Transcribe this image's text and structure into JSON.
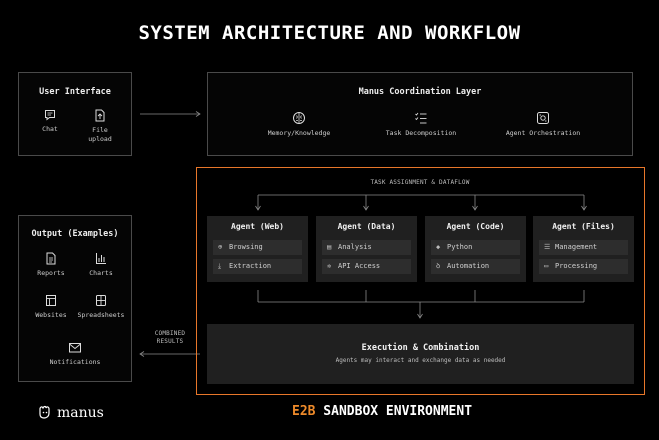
{
  "title": "SYSTEM ARCHITECTURE AND WORKFLOW",
  "user_interface": {
    "title": "User Interface",
    "items": [
      {
        "label": "Chat",
        "icon": "chat-icon"
      },
      {
        "label": "File upload",
        "icon": "file-upload-icon"
      }
    ]
  },
  "coordination": {
    "title": "Manus Coordination Layer",
    "items": [
      {
        "label": "Memory/Knowledge",
        "icon": "brain-icon"
      },
      {
        "label": "Task Decomposition",
        "icon": "checklist-icon"
      },
      {
        "label": "Agent Orchestration",
        "icon": "orchestration-icon"
      }
    ]
  },
  "sandbox": {
    "flow_label": "TASK ASSIGNMENT & DATAFLOW",
    "agents": [
      {
        "title": "Agent (Web)",
        "tasks": [
          {
            "icon": "globe-icon",
            "glyph": "⊕",
            "label": "Browsing"
          },
          {
            "icon": "extract-icon",
            "glyph": "⤓",
            "label": "Extraction"
          }
        ]
      },
      {
        "title": "Agent (Data)",
        "tasks": [
          {
            "icon": "document-icon",
            "glyph": "▤",
            "label": "Analysis"
          },
          {
            "icon": "gear-icon",
            "glyph": "✲",
            "label": "API Access"
          }
        ]
      },
      {
        "title": "Agent (Code)",
        "tasks": [
          {
            "icon": "diamond-icon",
            "glyph": "◆",
            "label": "Python"
          },
          {
            "icon": "workflow-icon",
            "glyph": "ꝺ",
            "label": "Automation"
          }
        ]
      },
      {
        "title": "Agent (Files)",
        "tasks": [
          {
            "icon": "list-icon",
            "glyph": "☰",
            "label": "Management"
          },
          {
            "icon": "folder-icon",
            "glyph": "▭",
            "label": "Processing"
          }
        ]
      }
    ],
    "execution": {
      "title": "Execution & Combination",
      "subtitle": "Agents may interact and exchange data as needed"
    },
    "combined_label_1": "COMBINED",
    "combined_label_2": "RESULTS"
  },
  "output": {
    "title": "Output (Examples)",
    "items": [
      {
        "label": "Reports",
        "icon": "report-icon"
      },
      {
        "label": "Charts",
        "icon": "bar-chart-icon"
      },
      {
        "label": "Websites",
        "icon": "website-icon"
      },
      {
        "label": "Spreadsheets",
        "icon": "spreadsheet-icon"
      },
      {
        "label": "Notifications",
        "icon": "mail-icon"
      }
    ]
  },
  "footer": {
    "logo_text": "manus",
    "env_accent": "E2B",
    "env_text": " SANDBOX ENVIRONMENT"
  },
  "colors": {
    "accent": "#e8772a",
    "background": "#000000",
    "panel": "#202020"
  }
}
